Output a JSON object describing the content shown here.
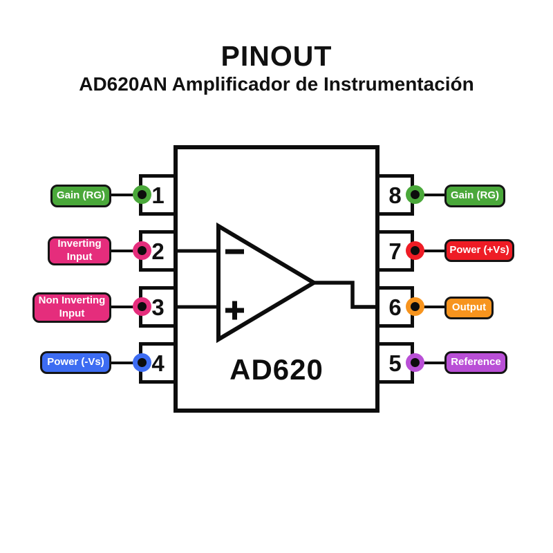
{
  "header": {
    "title": "PINOUT",
    "subtitle": "AD620AN Amplificador de Instrumentación"
  },
  "chip": {
    "name": "AD620"
  },
  "icons": {
    "inverting_input": "minus-icon",
    "non_inverting_input": "plus-icon"
  },
  "colors": {
    "green": "#4aa83a",
    "pink": "#e52d7c",
    "blue": "#3d6cf2",
    "red": "#ee1c25",
    "orange": "#f7941e",
    "purple": "#b94fd6",
    "ink": "#0d0d0d",
    "background": "#ffffff"
  },
  "pins": [
    {
      "number": "1",
      "label": "Gain (RG)",
      "color": "#4aa83a",
      "side": "left"
    },
    {
      "number": "2",
      "label": "Inverting Input",
      "color": "#e52d7c",
      "side": "left"
    },
    {
      "number": "3",
      "label": "Non Inverting Input",
      "color": "#e52d7c",
      "side": "left"
    },
    {
      "number": "4",
      "label": "Power (-Vs)",
      "color": "#3d6cf2",
      "side": "left"
    },
    {
      "number": "8",
      "label": "Gain (RG)",
      "color": "#4aa83a",
      "side": "right"
    },
    {
      "number": "7",
      "label": "Power (+Vs)",
      "color": "#ee1c25",
      "side": "right"
    },
    {
      "number": "6",
      "label": "Output",
      "color": "#f7941e",
      "side": "right"
    },
    {
      "number": "5",
      "label": "Reference",
      "color": "#b94fd6",
      "side": "right"
    }
  ]
}
